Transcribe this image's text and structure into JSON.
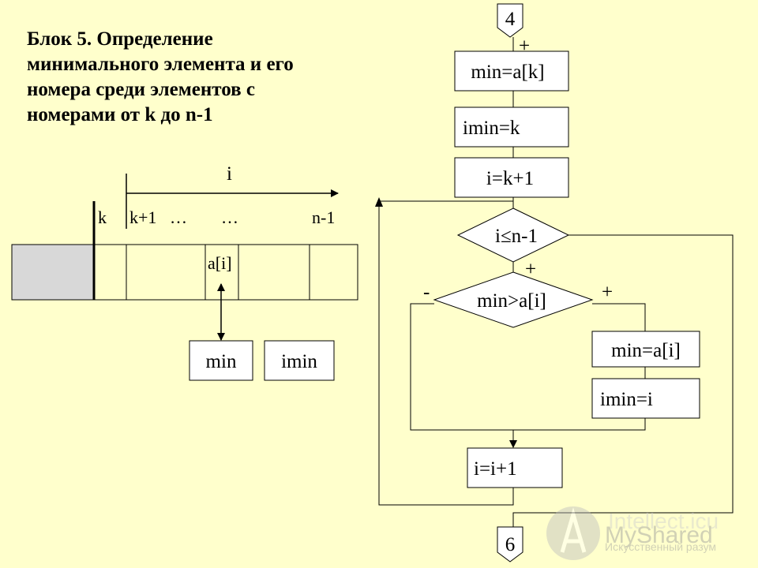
{
  "heading": "Блок 5. Определение\nминимального элемента и его\nномера среди элементов с\nномерами от k до n-1",
  "array_diagram": {
    "index_label": "i",
    "tick_k": "k",
    "tick_k1": "k+1",
    "dots1": "…",
    "dots2": "…",
    "tick_n1": "n-1",
    "cell_label": "a[i]",
    "min_box": "min",
    "imin_box": "imin"
  },
  "flowchart": {
    "connector_top": "4",
    "plus_top": "+",
    "block1": "min=a[k]",
    "block2": "imin=k",
    "block3": "i=k+1",
    "loop_cond": "i≤n-1",
    "plus_loop": "+",
    "cond": "min>a[i]",
    "minus_branch": "-",
    "plus_branch": "+",
    "block4": "min=a[i]",
    "block5": "imin=i",
    "block6": "i=i+1",
    "connector_bottom": "6"
  },
  "watermark": {
    "brand": "MyShared",
    "faded_brand": "Intellect.icu",
    "tagline": "Искусственный разум"
  }
}
